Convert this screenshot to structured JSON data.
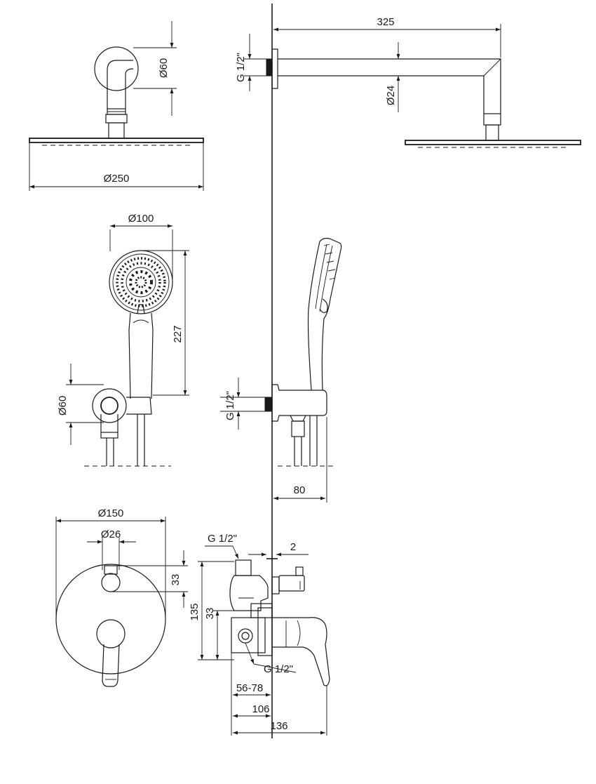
{
  "dimensions": {
    "arm_length": "325",
    "arm_thread": "G 1/2\"",
    "arm_diameter": "Ø24",
    "wall_flange_top": "Ø60",
    "head_diameter": "Ø250",
    "hand_shower_diameter": "Ø100",
    "hand_shower_length": "227",
    "holder_flange": "Ø60",
    "holder_thread": "G 1/2\"",
    "holder_projection": "80",
    "plate_diameter": "Ø150",
    "knob_diameter": "Ø26",
    "knob_offset": "33",
    "body_height": "135",
    "body_inlet_offset": "33",
    "valve_thread_top": "G 1/2\"",
    "valve_thread_bottom": "G 1/2\"",
    "plate_gap": "2",
    "install_depth": "56-78",
    "body_depth": "106",
    "total_depth": "136"
  }
}
